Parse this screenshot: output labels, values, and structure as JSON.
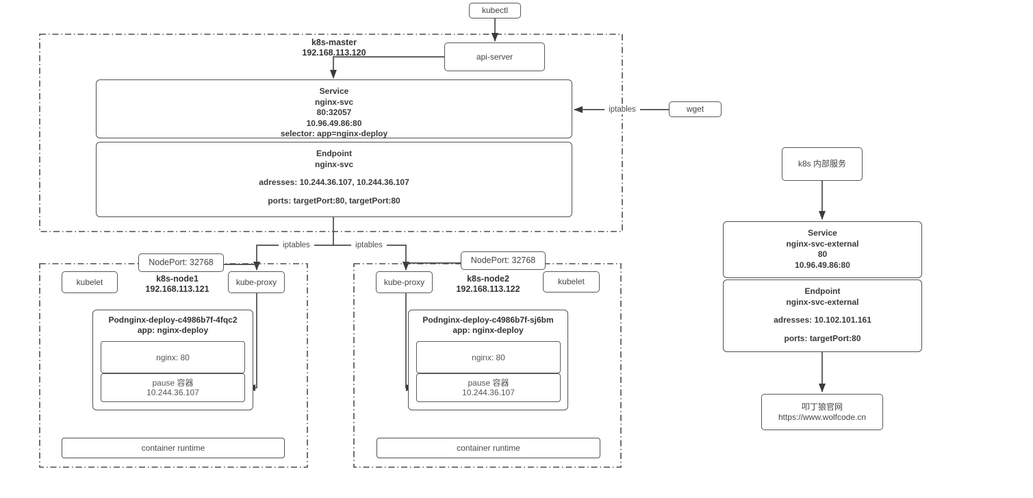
{
  "colors": {
    "line": "#4a4a4a",
    "border": "#565656",
    "text": "#3f3f3f",
    "muted": "#595959",
    "background": "#ffffff"
  },
  "top": {
    "kubectl": "kubectl",
    "api_server": "api-server",
    "wget": "wget"
  },
  "labels": {
    "iptables": "iptables"
  },
  "master": {
    "name": "k8s-master",
    "ip": "192.168.113.120",
    "service": {
      "title": "Service",
      "name": "nginx-svc",
      "ports": "80:32057",
      "cluster_ip": "10.96.49.86:80",
      "selector": "selector: app=nginx-deploy"
    },
    "endpoint": {
      "title": "Endpoint",
      "name": "nginx-svc",
      "addresses": "adresses: 10.244.36.107, 10.244.36.107",
      "ports": "ports: targetPort:80, targetPort:80"
    }
  },
  "node1": {
    "name": "k8s-node1",
    "ip": "192.168.113.121",
    "nodeport": "NodePort: 32768",
    "kubelet": "kubelet",
    "kube_proxy": "kube-proxy",
    "pod": {
      "name": "Podnginx-deploy-c4986b7f-4fqc2",
      "app": "app: nginx-deploy",
      "nginx": "nginx: 80",
      "pause_label": "pause 容器",
      "pause_ip": "10.244.36.107"
    },
    "runtime": "container runtime"
  },
  "node2": {
    "name": "k8s-node2",
    "ip": "192.168.113.122",
    "nodeport": "NodePort: 32768",
    "kubelet": "kubelet",
    "kube_proxy": "kube-proxy",
    "pod": {
      "name": "Podnginx-deploy-c4986b7f-sj6bm",
      "app": "app: nginx-deploy",
      "nginx": "nginx: 80",
      "pause_label": "pause 容器",
      "pause_ip": "10.244.36.107"
    },
    "runtime": "container runtime"
  },
  "right_flow": {
    "internal_service": "k8s 内部服务",
    "service": {
      "title": "Service",
      "name": "nginx-svc-external",
      "ports": "80",
      "cluster_ip": "10.96.49.86:80"
    },
    "endpoint": {
      "title": "Endpoint",
      "name": "nginx-svc-external",
      "addresses": "adresses: 10.102.101.161",
      "ports": "ports: targetPort:80"
    },
    "website": {
      "name": "叩丁狼官网",
      "url": "https://www.wolfcode.cn"
    }
  }
}
